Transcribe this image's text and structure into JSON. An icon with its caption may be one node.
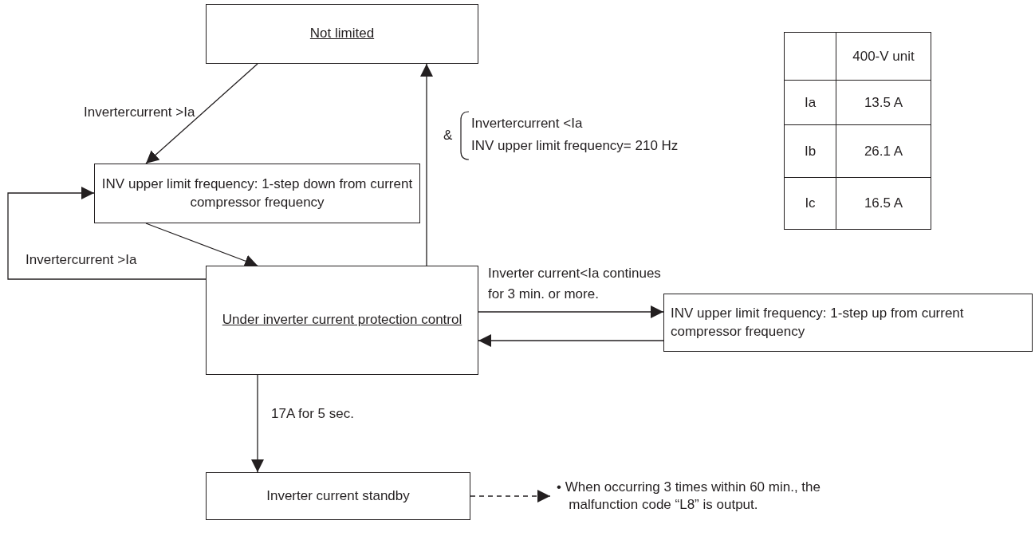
{
  "diagram": {
    "nodes": [
      {
        "text": [
          "Not limited"
        ]
      },
      {
        "text": [
          "INV upper limit frequency: 1-step down from current compressor frequency"
        ]
      },
      {
        "text": [
          "Under inverter current protection control"
        ]
      },
      {
        "text": [
          "INV upper limit frequency: 1-step up from current compressor frequency"
        ]
      },
      {
        "text": [
          "Inverter current standby"
        ]
      },
      {
        "text": [
          "• When occurring 3 times within 60 min., the malfunction code “L8” is output."
        ]
      }
    ],
    "edges": [
      {
        "from": 0,
        "to": 1,
        "arrow": "to",
        "label": "Invertercurrent >Ia"
      },
      {
        "from": 1,
        "to": 2,
        "arrow": "to"
      },
      {
        "from": 2,
        "to": 1,
        "arrow": "to",
        "label": "Invertercurrent >Ia"
      },
      {
        "from": 2,
        "to": 0,
        "arrow": "to"
      },
      {
        "from": 2,
        "to": 3,
        "arrow": "to",
        "label": "Inverter current<Ia continues for 3 min. or more."
      },
      {
        "from": 3,
        "to": 2,
        "arrow": "to"
      },
      {
        "from": 2,
        "to": 4,
        "arrow": "to",
        "label": "17A for 5 sec."
      },
      {
        "from": 4,
        "to": 5,
        "arrow": "to",
        "style": "dashed"
      }
    ],
    "labels": [
      "&",
      "Invertercurrent <Ia",
      "INV upper limit frequency= 210 Hz",
      "400-V unit",
      "Ia",
      "13.5 A",
      "Ib",
      "26.1 A",
      "Ic",
      "16.5 A"
    ]
  }
}
